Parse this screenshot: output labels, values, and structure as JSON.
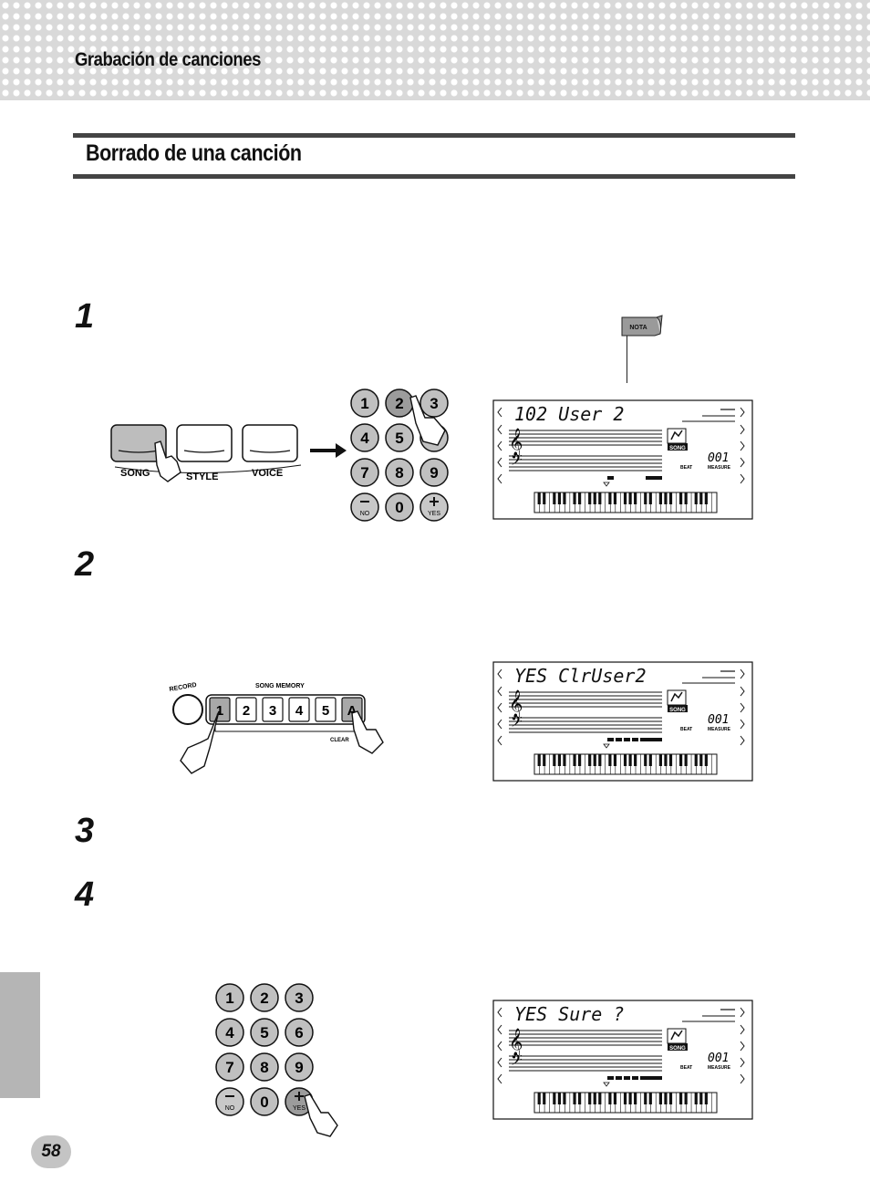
{
  "header": {
    "chapter_title": "Grabación de canciones"
  },
  "section": {
    "title": "Borrado de una canción"
  },
  "steps": [
    "1",
    "2",
    "3",
    "4"
  ],
  "nota_label": "NOTA",
  "panel_buttons": [
    "SONG",
    "STYLE",
    "VOICE"
  ],
  "keypad": {
    "keys": [
      "1",
      "2",
      "3",
      "4",
      "5",
      "6",
      "7",
      "8",
      "9",
      "NO",
      "0",
      "YES"
    ]
  },
  "song_memory": {
    "title": "SONG MEMORY",
    "record_label": "RECORD",
    "tracks": [
      "1",
      "2",
      "3",
      "4",
      "5",
      "A"
    ],
    "clear_label": "CLEAR"
  },
  "lcd_labels": {
    "song": "SONG",
    "beat": "BEAT",
    "measure": "MEASURE",
    "measure_value": "001"
  },
  "displays": [
    {
      "text": "102 User 2"
    },
    {
      "text": "YES ClrUser2"
    },
    {
      "text": "YES Sure ?"
    }
  ],
  "page_number": "58"
}
